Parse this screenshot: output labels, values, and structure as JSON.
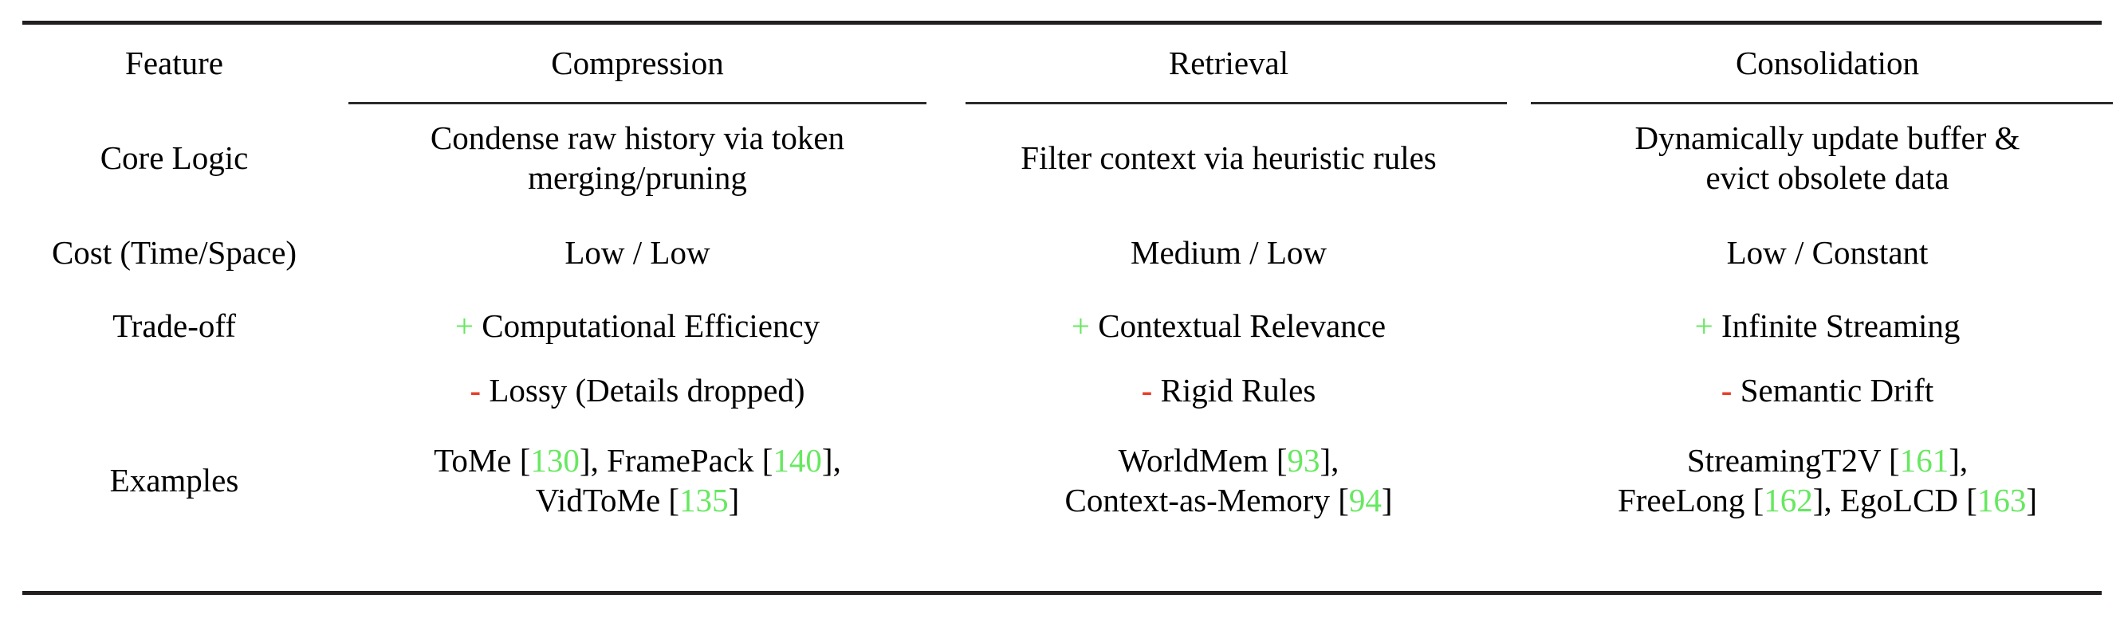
{
  "table": {
    "columns": [
      "Feature",
      "Compression",
      "Retrieval",
      "Consolidation"
    ],
    "rules": {
      "top": true,
      "bottom": true,
      "cmidrules": 3
    },
    "rows": [
      {
        "label": "Core Logic",
        "cells": [
          {
            "lines": [
              "Condense raw history via token",
              "merging/pruning"
            ]
          },
          {
            "lines": [
              "Filter context via heuristic rules"
            ]
          },
          {
            "lines": [
              "Dynamically update buffer &",
              "evict obsolete data"
            ]
          }
        ]
      },
      {
        "label": "Cost (Time/Space)",
        "bold": true,
        "cells": [
          {
            "lines": [
              "Low / Low"
            ]
          },
          {
            "lines": [
              "Medium / Low"
            ]
          },
          {
            "lines": [
              "Low / Constant"
            ]
          }
        ]
      },
      {
        "label": "Trade-off",
        "pros": [
          {
            "sign": "+",
            "text": "Computational Efficiency"
          },
          {
            "sign": "+",
            "text": "Contextual Relevance"
          },
          {
            "sign": "+",
            "text": "Infinite Streaming"
          }
        ],
        "cons": [
          {
            "sign": "-",
            "text": "Lossy (Details dropped)"
          },
          {
            "sign": "-",
            "text": "Rigid Rules"
          },
          {
            "sign": "-",
            "text": "Semantic Drift"
          }
        ]
      },
      {
        "label": "Examples",
        "cells": [
          {
            "lines": [
              [
                {
                  "t": "ToMe ["
                },
                {
                  "t": "130",
                  "cite": true
                },
                {
                  "t": "], FramePack ["
                },
                {
                  "t": "140",
                  "cite": true
                },
                {
                  "t": "],"
                }
              ],
              [
                {
                  "t": "VidToMe ["
                },
                {
                  "t": "135",
                  "cite": true
                },
                {
                  "t": "]"
                }
              ]
            ]
          },
          {
            "lines": [
              [
                {
                  "t": "WorldMem ["
                },
                {
                  "t": "93",
                  "cite": true
                },
                {
                  "t": "],"
                }
              ],
              [
                {
                  "t": "Context-as-Memory ["
                },
                {
                  "t": "94",
                  "cite": true
                },
                {
                  "t": "]"
                }
              ]
            ]
          },
          {
            "lines": [
              [
                {
                  "t": "StreamingT2V ["
                },
                {
                  "t": "161",
                  "cite": true
                },
                {
                  "t": "],"
                }
              ],
              [
                {
                  "t": "FreeLong ["
                },
                {
                  "t": "162",
                  "cite": true
                },
                {
                  "t": "], EgoLCD ["
                },
                {
                  "t": "163",
                  "cite": true
                },
                {
                  "t": "]"
                }
              ]
            ]
          }
        ]
      }
    ]
  },
  "colors": {
    "rule": "#231f20",
    "plus": "#66e860",
    "minus": "#e8402a",
    "citation": "#66e860",
    "text": "#000000",
    "background": "#ffffff"
  }
}
